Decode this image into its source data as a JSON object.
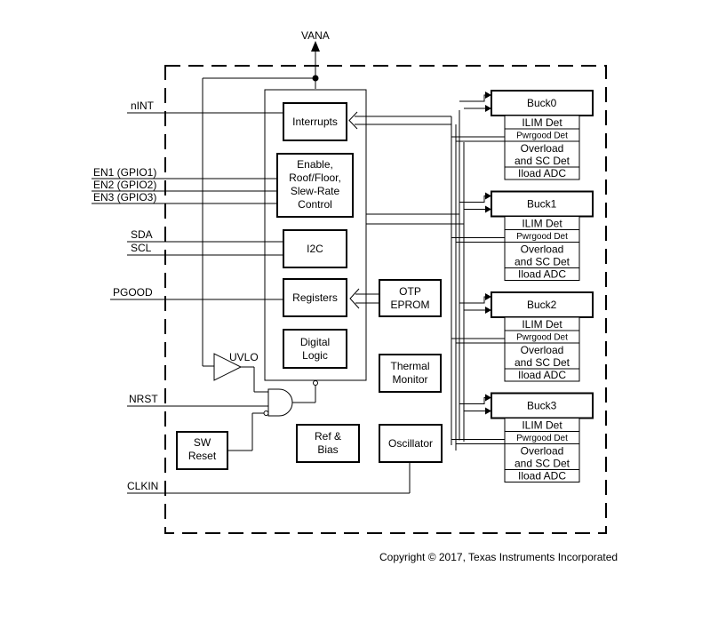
{
  "signals": {
    "vana": "VANA",
    "nint": "nINT",
    "en1": "EN1 (GPIO1)",
    "en2": "EN2 (GPIO2)",
    "en3": "EN3 (GPIO3)",
    "sda": "SDA",
    "scl": "SCL",
    "pgood": "PGOOD",
    "nrst": "NRST",
    "clkin": "CLKIN",
    "uvlo": "UVLO"
  },
  "blocks": {
    "interrupts": "Interrupts",
    "enable": [
      "Enable,",
      "Roof/Floor,",
      "Slew-Rate",
      "Control"
    ],
    "i2c": "I2C",
    "registers": "Registers",
    "digital_logic": [
      "Digital",
      "Logic"
    ],
    "otp_eprom": [
      "OTP",
      "EPROM"
    ],
    "thermal_monitor": [
      "Thermal",
      "Monitor"
    ],
    "sw_reset": [
      "SW",
      "Reset"
    ],
    "ref_bias": [
      "Ref &",
      "Bias"
    ],
    "oscillator": "Oscillator"
  },
  "bucks": [
    {
      "name": "Buck0",
      "ilim": "ILIM Det",
      "pwrgood": "Pwrgood Det",
      "overload": [
        "Overload",
        "and SC Det"
      ],
      "iload": "Iload ADC"
    },
    {
      "name": "Buck1",
      "ilim": "ILIM Det",
      "pwrgood": "Pwrgood Det",
      "overload": [
        "Overload",
        "and SC Det"
      ],
      "iload": "Iload ADC"
    },
    {
      "name": "Buck2",
      "ilim": "ILIM Det",
      "pwrgood": "Pwrgood Det",
      "overload": [
        "Overload",
        "and SC Det"
      ],
      "iload": "Iload ADC"
    },
    {
      "name": "Buck3",
      "ilim": "ILIM Det",
      "pwrgood": "Pwrgood Det",
      "overload": [
        "Overload",
        "and SC Det"
      ],
      "iload": "Iload ADC"
    }
  ],
  "copyright": "Copyright © 2017, Texas Instruments Incorporated"
}
